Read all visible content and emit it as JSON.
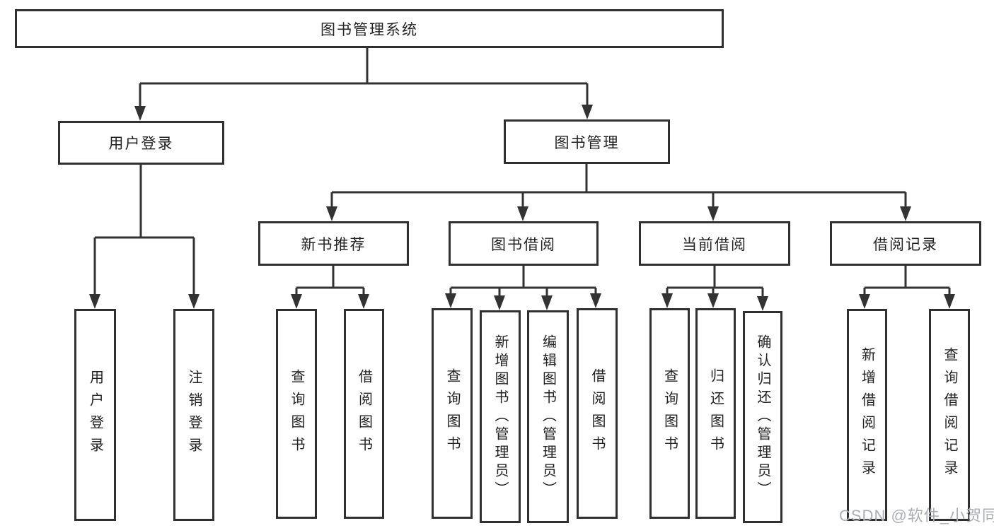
{
  "tree": {
    "root": "图书管理系统",
    "branches": [
      {
        "label": "用户登录",
        "children": [
          "用户登录",
          "注销登录"
        ]
      },
      {
        "label": "图书管理",
        "groups": [
          {
            "label": "新书推荐",
            "children": [
              "查询图书",
              "借阅图书"
            ]
          },
          {
            "label": "图书借阅",
            "children": [
              "查询图书",
              "新增图书（管理员）",
              "编辑图书（管理员）",
              "借阅图书"
            ]
          },
          {
            "label": "当前借阅",
            "children": [
              "查询图书",
              "归还图书",
              "确认归还（管理员）"
            ]
          },
          {
            "label": "借阅记录",
            "children": [
              "新增借阅记录",
              "查询借阅记录"
            ]
          }
        ]
      }
    ]
  },
  "watermark": "CSDN @软件_小贺同学",
  "colors": {
    "line": "#333333",
    "box_border": "#303030",
    "text": "#222222",
    "watermark": "#abaeb3"
  }
}
